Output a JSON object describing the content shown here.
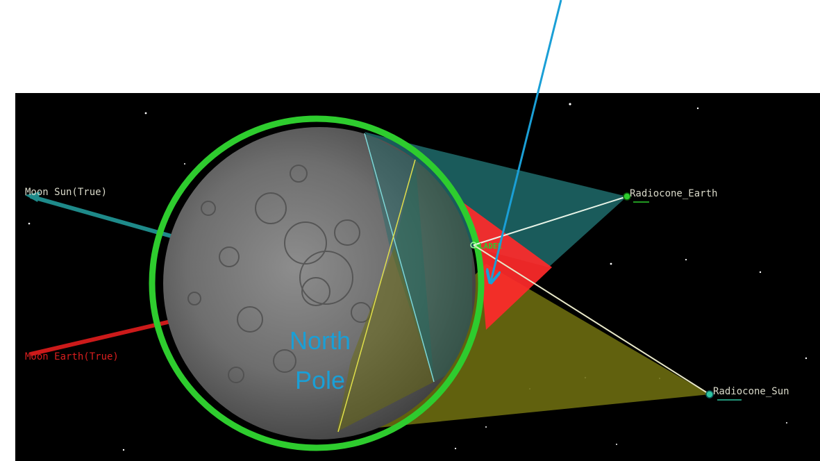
{
  "labels": {
    "moon_sun": "Moon Sun(True)",
    "moon_earth": "Moon Earth(True)",
    "radiocone_earth": "Radiocone_Earth",
    "radiocone_sun": "Radiocone_Sun",
    "spacecraft": "LADEE"
  },
  "annotation": {
    "line1": "North",
    "line2": "Pole"
  },
  "colors": {
    "space": "#000000",
    "moon_ring": "#2ecc2e",
    "sun_vector": "#1e8a8a",
    "earth_vector": "#cc1a1a",
    "earth_cone": "#1f6b6b",
    "sun_cone": "#6b6b10",
    "occultation_red": "#ff2a2a",
    "callout": "#1a9fd6",
    "label_text": "#d9d9c9",
    "earth_label": "#d91e1e"
  },
  "icons": [
    "callout-arrow",
    "ground-station-marker"
  ]
}
